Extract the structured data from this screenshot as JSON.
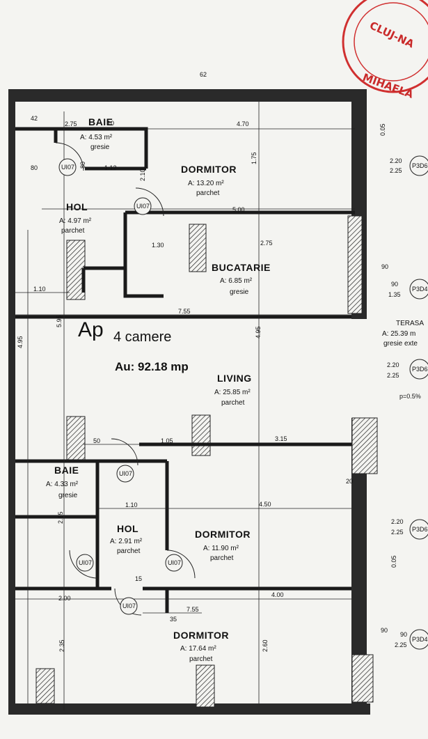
{
  "apartment": {
    "type_prefix": "Ap",
    "type_rooms": "4 camere",
    "useful_area": "Au: 92.18 mp"
  },
  "rooms": {
    "baie1": {
      "name": "BAIE",
      "area": "A: 4.53 m²",
      "floor": "gresie"
    },
    "hol1": {
      "name": "HOL",
      "area": "A: 4.97 m²",
      "floor": "parchet"
    },
    "dormitor1": {
      "name": "DORMITOR",
      "area": "A: 13.20 m²",
      "floor": "parchet"
    },
    "bucatarie": {
      "name": "BUCATARIE",
      "area": "A: 6.85 m²",
      "floor": "gresie"
    },
    "living": {
      "name": "LIVING",
      "area": "A: 25.85 m²",
      "floor": "parchet"
    },
    "baie2": {
      "name": "BAIE",
      "area": "A: 4.33 m²",
      "floor": "gresie"
    },
    "hol2": {
      "name": "HOL",
      "area": "A: 2.91 m²",
      "floor": "parchet"
    },
    "dormitor2": {
      "name": "DORMITOR",
      "area": "A: 11.90 m²",
      "floor": "parchet"
    },
    "dormitor3": {
      "name": "DORMITOR",
      "area": "A: 17.64 m²",
      "floor": "parchet"
    },
    "terasa": {
      "name": "TERASA",
      "area": "A: 25.39 m",
      "floor": "gresie exte",
      "slope": "p=0.5%"
    }
  },
  "dimensions": {
    "d_275": "2.75",
    "d_470": "4.70",
    "d_112": "1.12",
    "d_80": "80",
    "d_500": "5.00",
    "d_130": "1.30",
    "d_275b": "2.75",
    "d_110": "1.10",
    "d_755": "7.55",
    "d_50": "50",
    "d_105": "1.05",
    "d_315": "3.15",
    "d_110b": "1.10",
    "d_450": "4.50",
    "d_200": "2.00",
    "d_400": "4.00",
    "d_755b": "7.55",
    "d_35": "35",
    "d_495": "4.95",
    "d_495b": "4.95",
    "d_595": "5.95",
    "d_175": "1.75",
    "d_265": "2.65",
    "d_260": "2.60",
    "d_235": "2.35",
    "d_62": "62",
    "d_42": "42",
    "d_10": "10",
    "d_15": "15",
    "d_20": "20",
    "d_005": "0.05",
    "d_005b": "0.05",
    "d_90": "90",
    "d_90b": "90"
  },
  "windows": [
    {
      "w": "2.20",
      "h": "2.25",
      "code": "P3D6"
    },
    {
      "w": "90",
      "h": "1.35",
      "code": "P3D4"
    },
    {
      "w": "2.20",
      "h": "2.25",
      "code": "P3D6"
    },
    {
      "w": "2.20",
      "h": "2.25",
      "code": "P3D6"
    },
    {
      "w": "90",
      "h": "2.25",
      "code": "P3D4"
    }
  ],
  "doors": {
    "door_80": "80",
    "door_210": "2.10",
    "door_tag": "UI07"
  },
  "stamp": {
    "line1": "CLUJ-NA",
    "line2": "MIHAELA"
  }
}
